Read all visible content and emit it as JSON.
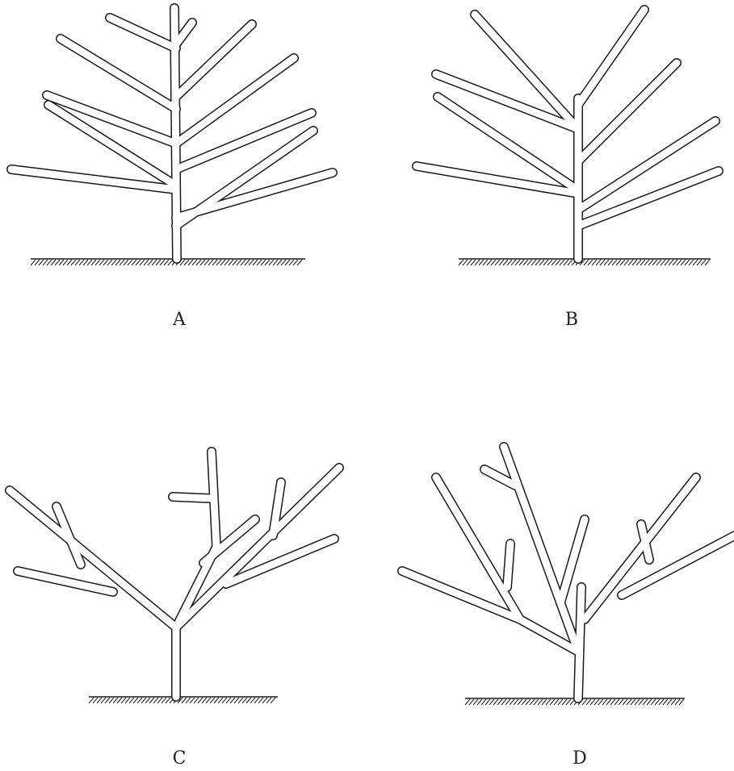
{
  "figures": [
    {
      "label": "A",
      "form": "central-leader-tree"
    },
    {
      "label": "B",
      "form": "topped-leader-tree"
    },
    {
      "label": "C",
      "form": "open-center-tree"
    },
    {
      "label": "D",
      "form": "delayed-open-center-tree"
    }
  ],
  "colors": {
    "line": "#1a1a1a",
    "background": "#ffffff"
  }
}
